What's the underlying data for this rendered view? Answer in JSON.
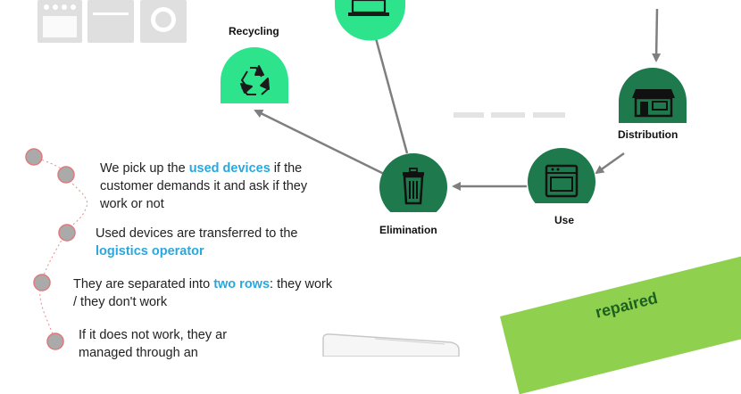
{
  "nodes": {
    "recycling": {
      "label": "Recycling",
      "icon": "recycle-icon"
    },
    "distribution": {
      "label": "Distribution",
      "icon": "store-icon"
    },
    "use": {
      "label": "Use",
      "icon": "oven-icon"
    },
    "elimination": {
      "label": "Elimination",
      "icon": "trash-icon"
    },
    "top": {
      "icon": "laptop-icon"
    }
  },
  "steps": [
    {
      "line1_pre": "We pick up the ",
      "line1_hl": "used devices",
      "line1_post": " if the",
      "line2": "customer demands it and ask if they",
      "line3": "work or not"
    },
    {
      "line1": "Used devices are transferred to the",
      "line2_hl": "logistics operator"
    },
    {
      "line1_pre": "They are separated into ",
      "line1_hl": "two rows",
      "line1_post": ": they work",
      "line2": "/ they don't work"
    },
    {
      "line1": "If it does not work, they ar",
      "line2": "managed through an"
    }
  ],
  "banner": {
    "text": "repaired"
  },
  "colors": {
    "node_dark": "#1e7a4c",
    "node_light": "#2de48d",
    "highlight": "#29a8e0",
    "arrow": "#7f7f7f",
    "dot": "#aaaaaa",
    "dot_ring": "#e07a7a",
    "banner": "#8fd14f"
  }
}
